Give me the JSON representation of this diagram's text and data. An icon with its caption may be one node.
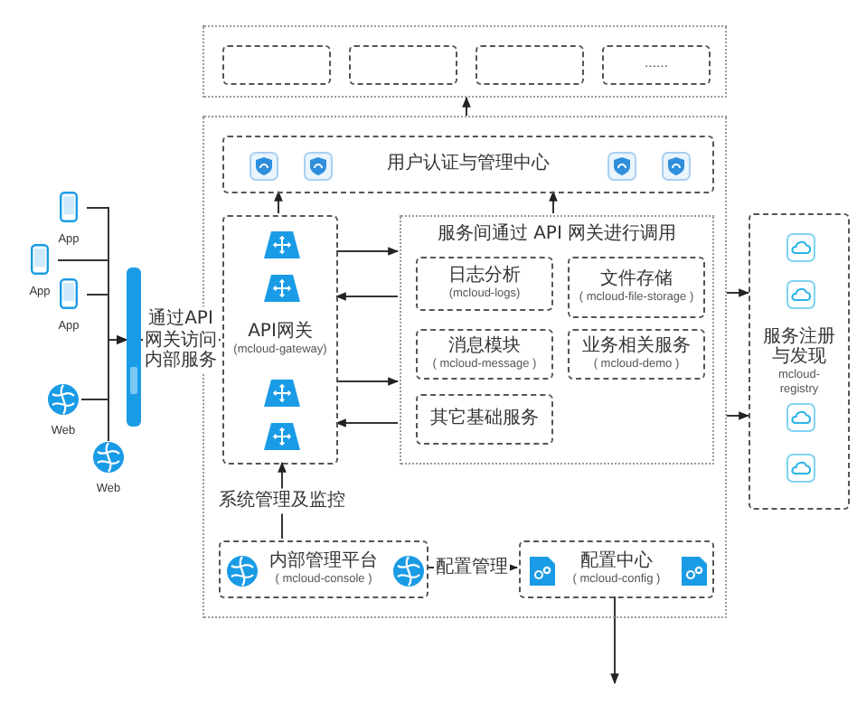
{
  "diagram": {
    "nodes": [
      {
        "text": [],
        "shape": "box"
      },
      {
        "text": [],
        "shape": "box",
        "in": 0
      },
      {
        "text": [],
        "shape": "box",
        "in": 0
      },
      {
        "text": [],
        "shape": "box",
        "in": 0
      },
      {
        "text": [
          "……"
        ],
        "in": 0
      },
      {
        "text": [],
        "shape": "box"
      },
      {
        "text": [
          "用户认证与管理中心"
        ],
        "in": 5
      },
      {
        "text": [
          "API网关",
          "(mcloud-gateway)"
        ],
        "in": 5
      },
      {
        "text": [
          "服务间通过 API 网关进行调用"
        ],
        "in": 5
      },
      {
        "text": [
          "日志分析",
          "(mcloud-logs)"
        ],
        "in": 8
      },
      {
        "text": [
          "文件存储",
          "( mcloud-file-storage )"
        ],
        "in": 8
      },
      {
        "text": [
          "消息模块",
          "( mcloud-message )"
        ],
        "in": 8
      },
      {
        "text": [
          "业务相关服务",
          "( mcloud-demo )"
        ],
        "in": 8
      },
      {
        "text": [
          "其它基础服务"
        ],
        "in": 8
      },
      {
        "text": [
          "内部管理平台",
          "( mcloud-console )"
        ],
        "in": 5
      },
      {
        "text": [
          "配置中心",
          "( mcloud-config )"
        ],
        "in": 5
      },
      {
        "text": [
          "服务注册与发现",
          "mcloud-registry"
        ]
      },
      {
        "text": [
          "App"
        ]
      },
      {
        "text": [
          "App"
        ]
      },
      {
        "text": [
          "App"
        ]
      },
      {
        "text": [
          "Web"
        ]
      },
      {
        "text": [
          "Web"
        ]
      },
      {
        "text": [],
        "shape": "bar"
      }
    ],
    "edges": [
      {
        "from": 5,
        "to": 0,
        "arrow": "to"
      },
      {
        "from": 7,
        "to": 6,
        "arrow": "to"
      },
      {
        "from": 8,
        "to": 6,
        "arrow": "to"
      },
      {
        "from": 7,
        "to": 8,
        "arrow": "to"
      },
      {
        "from": 8,
        "to": 7,
        "arrow": "to"
      },
      {
        "from": 7,
        "to": 8,
        "arrow": "to"
      },
      {
        "from": 8,
        "to": 7,
        "arrow": "to"
      },
      {
        "from": 5,
        "to": 16,
        "arrow": "to"
      },
      {
        "from": 5,
        "to": 16,
        "arrow": "to"
      },
      {
        "from": 17,
        "to": 22,
        "arrow": "to"
      },
      {
        "from": 18,
        "to": 22,
        "arrow": "to"
      },
      {
        "from": 19,
        "to": 22,
        "arrow": "to"
      },
      {
        "from": 20,
        "to": 22,
        "arrow": "to"
      },
      {
        "from": 21,
        "to": 22,
        "arrow": "to"
      },
      {
        "from": 22,
        "to": 7,
        "arrow": "to",
        "style": "dashed",
        "label": "通过API网关访问内部服务"
      },
      {
        "from": 14,
        "to": 7,
        "arrow": "to",
        "label": "系统管理及监控"
      },
      {
        "from": 14,
        "to": 15,
        "arrow": "to",
        "label": "配置管理"
      },
      {
        "from": 15,
        "to": null,
        "arrow": "to"
      }
    ]
  }
}
